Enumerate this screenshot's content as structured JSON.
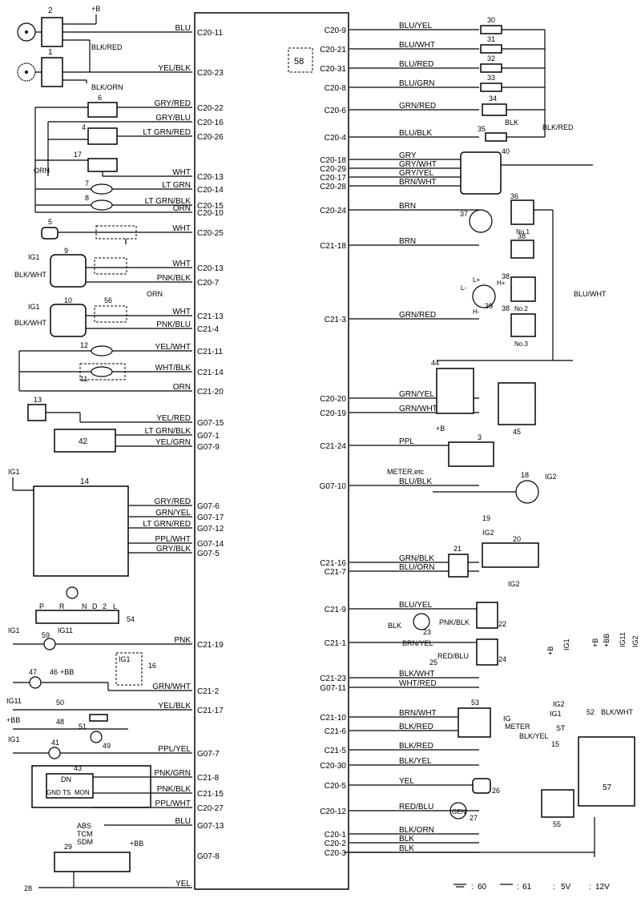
{
  "ecm": {
    "label": "58"
  },
  "legend": {
    "gnd_60": "60",
    "gnd_61": "61",
    "v5": "5V",
    "v12": "12V",
    "sep": ":"
  },
  "left_pins": [
    {
      "wire": "BLU",
      "pin": "C20-11"
    },
    {
      "wire": "YEL/BLK",
      "pin": "C20-23"
    },
    {
      "wire": "GRY/RED",
      "pin": "C20-22"
    },
    {
      "wire": "GRY/BLU",
      "pin": "C20-16"
    },
    {
      "wire": "LT GRN/RED",
      "pin": "C20-26"
    },
    {
      "wire": "WHT",
      "pin": "C20-13"
    },
    {
      "wire": "LT GRN",
      "pin": "C20-14"
    },
    {
      "wire": "LT GRN/BLK",
      "pin": "C20-15"
    },
    {
      "wire": "ORN",
      "pin": "C20-10"
    },
    {
      "wire": "WHT",
      "pin": "C20-25"
    },
    {
      "wire": "WHT",
      "pin": "C20-13"
    },
    {
      "wire": "PNK/BLK",
      "pin": "C20-7"
    },
    {
      "wire": "WHT",
      "pin": "C21-13"
    },
    {
      "wire": "PNK/BLU",
      "pin": "C21-4"
    },
    {
      "wire": "YEL/WHT",
      "pin": "C21-11"
    },
    {
      "wire": "WHT/BLK",
      "pin": "C21-14"
    },
    {
      "wire": "ORN",
      "pin": "C21-20"
    },
    {
      "wire": "YEL/RED",
      "pin": "G07-15"
    },
    {
      "wire": "LT GRN/BLK",
      "pin": "G07-1"
    },
    {
      "wire": "YEL/GRN",
      "pin": "G07-9"
    },
    {
      "wire": "GRY/RED",
      "pin": "G07-6"
    },
    {
      "wire": "GRN/YEL",
      "pin": "G07-17"
    },
    {
      "wire": "LT GRN/RED",
      "pin": "G07-12"
    },
    {
      "wire": "PPL/WHT",
      "pin": "G07-14"
    },
    {
      "wire": "GRY/BLK",
      "pin": "G07-5"
    },
    {
      "wire": "PNK",
      "pin": "C21-19"
    },
    {
      "wire": "GRN/WHT",
      "pin": "C21-2"
    },
    {
      "wire": "YEL/BLK",
      "pin": "C21-17"
    },
    {
      "wire": "PPL/YEL",
      "pin": "G07-7"
    },
    {
      "wire": "PNK/GRN",
      "pin": "C21-8"
    },
    {
      "wire": "PNK/BLK",
      "pin": "C21-15"
    },
    {
      "wire": "PPL/WHT",
      "pin": "C20-27"
    },
    {
      "wire": "BLU",
      "pin": "G07-13"
    },
    {
      "wire": "",
      "pin": "G07-8"
    },
    {
      "wire": "YEL",
      "pin": ""
    }
  ],
  "right_pins": [
    {
      "wire": "BLU/YEL",
      "pin": "C20-9"
    },
    {
      "wire": "BLU/WHT",
      "pin": "C20-21"
    },
    {
      "wire": "BLU/RED",
      "pin": "C20-31"
    },
    {
      "wire": "BLU/GRN",
      "pin": "C20-8"
    },
    {
      "wire": "GRN/RED",
      "pin": "C20-6"
    },
    {
      "wire": "BLU/BLK",
      "pin": "C20-4"
    },
    {
      "wire": "GRY",
      "pin": "C20-18"
    },
    {
      "wire": "GRY/WHT",
      "pin": "C20-29"
    },
    {
      "wire": "GRY/YEL",
      "pin": "C20-17"
    },
    {
      "wire": "BRN/WHT",
      "pin": "C20-28"
    },
    {
      "wire": "BRN",
      "pin": "C20-24"
    },
    {
      "wire": "BRN",
      "pin": "C21-18"
    },
    {
      "wire": "GRN/RED",
      "pin": "C21-3"
    },
    {
      "wire": "GRN/YEL",
      "pin": "C20-20"
    },
    {
      "wire": "GRN/WHT",
      "pin": "C20-19"
    },
    {
      "wire": "PPL",
      "pin": "C21-24"
    },
    {
      "wire": "BLU/BLK",
      "pin": "G07-10"
    },
    {
      "wire": "GRN/BLK",
      "pin": "C21-16"
    },
    {
      "wire": "BLU/ORN",
      "pin": "C21-7"
    },
    {
      "wire": "BLU/YEL",
      "pin": "C21-9"
    },
    {
      "wire": "",
      "pin": "C21-1"
    },
    {
      "wire": "BLK/WHT",
      "pin": "C21-23"
    },
    {
      "wire": "WHT/RED",
      "pin": "G07-11"
    },
    {
      "wire": "BRN/WHT",
      "pin": "C21-10"
    },
    {
      "wire": "BLK/RED",
      "pin": "C21-6"
    },
    {
      "wire": "BLK/RED",
      "pin": "C21-5"
    },
    {
      "wire": "BLK/YEL",
      "pin": "C20-30"
    },
    {
      "wire": "YEL",
      "pin": "C20-5"
    },
    {
      "wire": "RED/BLU",
      "pin": "C20-12"
    },
    {
      "wire": "BLK/ORN",
      "pin": "C20-1"
    },
    {
      "wire": "BLK",
      "pin": "C20-2"
    },
    {
      "wire": "BLK",
      "pin": "C20-3"
    }
  ],
  "components": {
    "c1": "1",
    "c2": "2",
    "c3": "3",
    "c4": "4",
    "c5": "5",
    "c6": "6",
    "c7": "7",
    "c8": "8",
    "c9": "9",
    "c10": "10",
    "c11": "11",
    "c12": "12",
    "c13": "13",
    "c14": "14",
    "c15": "15",
    "c16": "16",
    "c17": "17",
    "c18": "18",
    "c19": "19",
    "c20": "20",
    "c21": "21",
    "c22": "22",
    "c23": "23",
    "c24": "24",
    "c25": "25",
    "c26": "26",
    "c27": "27",
    "c28": "28",
    "c29": "29",
    "c30": "30",
    "c31": "31",
    "c32": "32",
    "c33": "33",
    "c34": "34",
    "c35": "35",
    "c36": "36",
    "c37": "37",
    "c38a": "38",
    "c38b": "38",
    "c38c": "38",
    "c39": "39",
    "c40": "40",
    "c42": "42",
    "c43": "43",
    "c44": "44",
    "c45": "45",
    "c46": "46",
    "c47": "47",
    "c48": "48",
    "c49": "49",
    "c50": "50",
    "c51": "51",
    "c52": "52",
    "c53": "53",
    "c54": "54",
    "c55": "55",
    "c56": "56",
    "c57": "57",
    "c59": "59",
    "c41": "41"
  },
  "labels": {
    "plusB": "+B",
    "plusBB": "+BB",
    "ig1": "IG1",
    "ig2": "IG2",
    "ig11": "IG11",
    "ig": "IG",
    "st": "ST",
    "blk_red_top": "BLK/RED",
    "blk_orn_top": "BLK/ORN",
    "orn": "ORN",
    "blk_wht": "BLK/WHT",
    "blk": "BLK",
    "blk_red_right": "BLK/RED",
    "blu_wht_right": "BLU/WHT",
    "no1": "No.1",
    "no2": "No.2",
    "no3": "No.3",
    "l_plus": "L+",
    "l_minus": "L-",
    "h_plus": "H+",
    "h_minus": "H-",
    "meter_etc": "METER,etc",
    "meter": "METER",
    "gen": "GEN",
    "pnk_blk": "PNK/BLK",
    "red_blu": "RED/BLU",
    "brn_yel": "BRN/YEL",
    "blk_yel": "BLK/YEL",
    "p": "P",
    "r": "R",
    "n": "N",
    "d": "D",
    "two": "2",
    "l": "L",
    "dn": "DN",
    "gnd": "GND",
    "ts": "TS",
    "mon": "MON",
    "abs": "ABS",
    "tcm": "TCM",
    "sdm": "SDM"
  }
}
